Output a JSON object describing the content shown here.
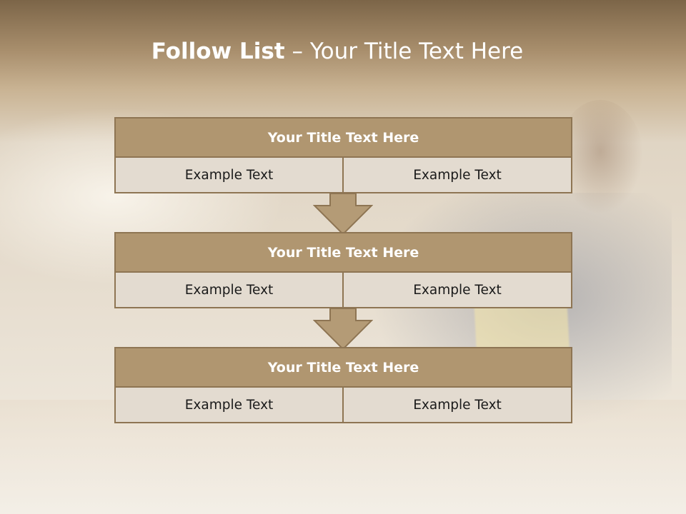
{
  "title": {
    "bold": "Follow List",
    "rest": " – Your Title Text Here"
  },
  "colors": {
    "header_fill": "#b09670",
    "border": "#8e7553",
    "cell_fill": "#e3dbd0",
    "arrow_fill": "#b49b76"
  },
  "blocks": [
    {
      "title": "Your Title Text Here",
      "left": "Example Text",
      "right": "Example Text"
    },
    {
      "title": "Your Title Text Here",
      "left": "Example Text",
      "right": "Example Text"
    },
    {
      "title": "Your Title Text Here",
      "left": "Example Text",
      "right": "Example Text"
    }
  ],
  "connectors": [
    {
      "icon": "arrow-down-icon"
    },
    {
      "icon": "arrow-down-icon"
    }
  ]
}
